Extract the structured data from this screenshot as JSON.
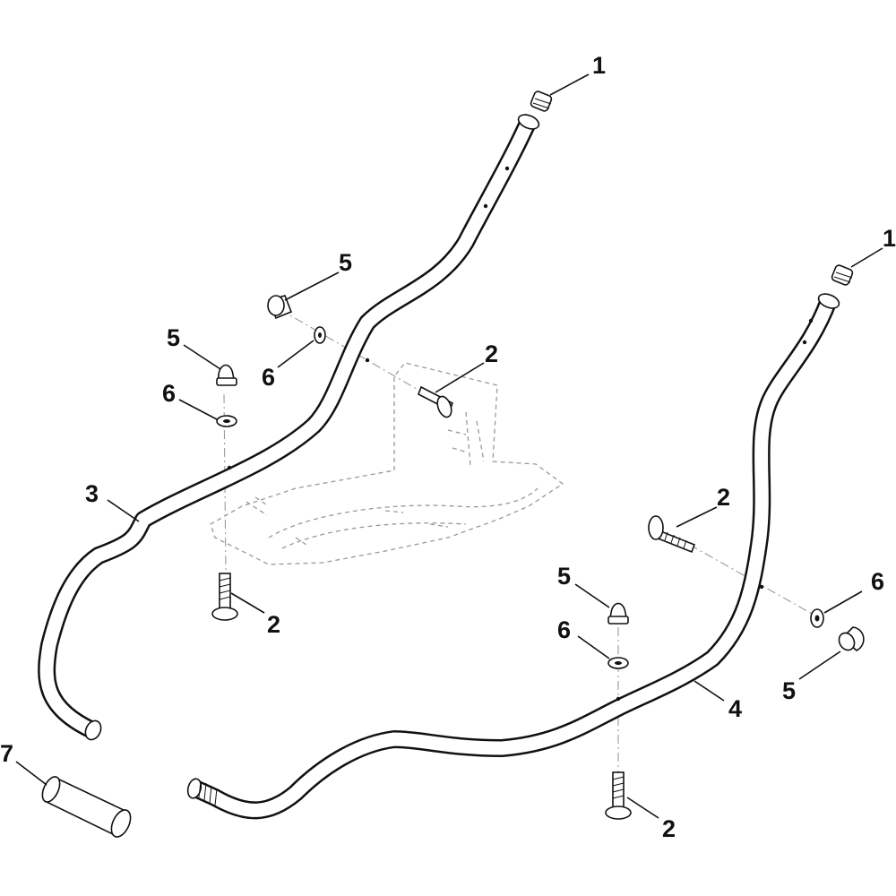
{
  "diagram": {
    "callouts": [
      {
        "id": "c1a",
        "label": "1"
      },
      {
        "id": "c1b",
        "label": "1"
      },
      {
        "id": "c2a",
        "label": "2"
      },
      {
        "id": "c2b",
        "label": "2"
      },
      {
        "id": "c2c",
        "label": "2"
      },
      {
        "id": "c2d",
        "label": "2"
      },
      {
        "id": "c3",
        "label": "3"
      },
      {
        "id": "c4",
        "label": "4"
      },
      {
        "id": "c5a",
        "label": "5"
      },
      {
        "id": "c5b",
        "label": "5"
      },
      {
        "id": "c5c",
        "label": "5"
      },
      {
        "id": "c5d",
        "label": "5"
      },
      {
        "id": "c6a",
        "label": "6"
      },
      {
        "id": "c6b",
        "label": "6"
      },
      {
        "id": "c6c",
        "label": "6"
      },
      {
        "id": "c6d",
        "label": "6"
      },
      {
        "id": "c7",
        "label": "7"
      }
    ]
  }
}
